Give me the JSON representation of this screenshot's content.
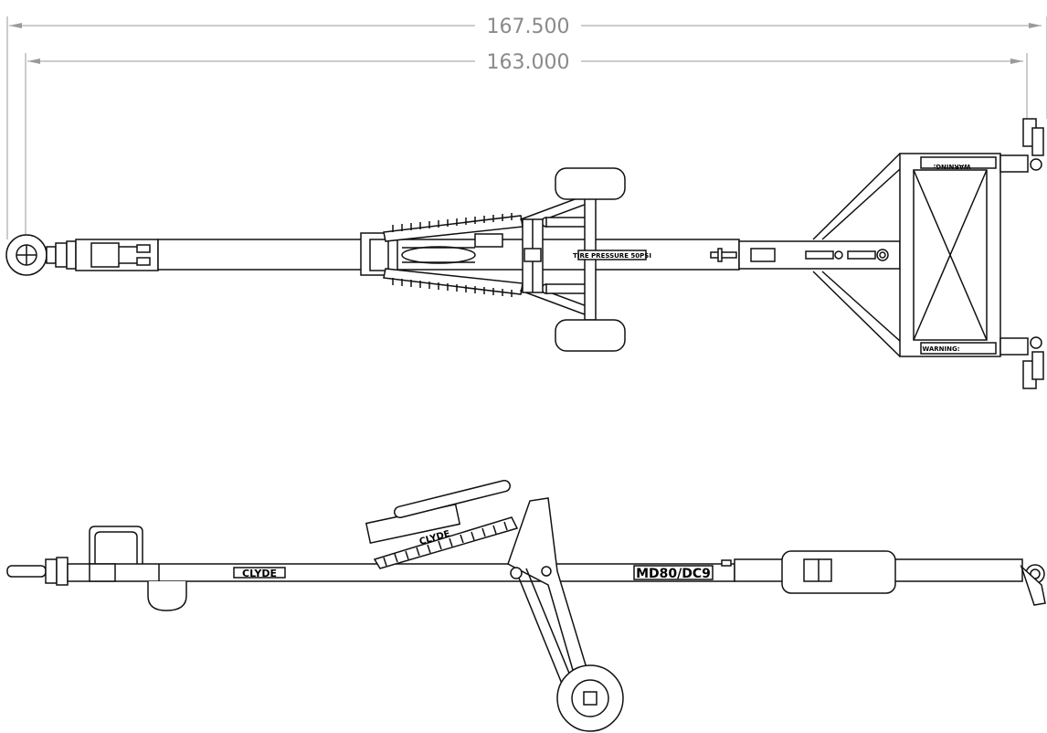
{
  "dimensions": {
    "overall": "167.500",
    "inner": "163.000"
  },
  "labels": {
    "tire_pressure": "TIRE PRESSURE 50PSI",
    "warning_top": "WARNING:",
    "warning_bottom": "WARNING:",
    "brand": "CLYDE",
    "model": "MD80/DC9"
  }
}
